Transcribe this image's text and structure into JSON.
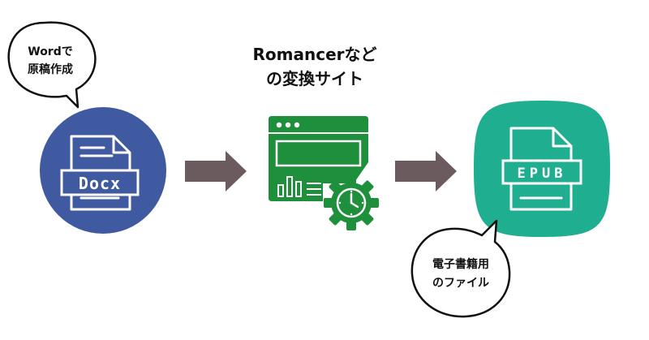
{
  "source_step": {
    "bubble_lines": [
      "Wordで",
      "原稿作成"
    ],
    "file_label": "Docx",
    "circle_color": "#3f5aa0"
  },
  "converter_step": {
    "title_lines": [
      "Romancerなど",
      "の変換サイト"
    ],
    "icon": "website-gear-clock-icon",
    "color": "#1e8f3a"
  },
  "output_step": {
    "bubble_lines": [
      "電子書籍用",
      "のファイル"
    ],
    "file_label": "EPUB",
    "shape_color": "#1fae90"
  },
  "arrow_color": "#6b5a5e"
}
